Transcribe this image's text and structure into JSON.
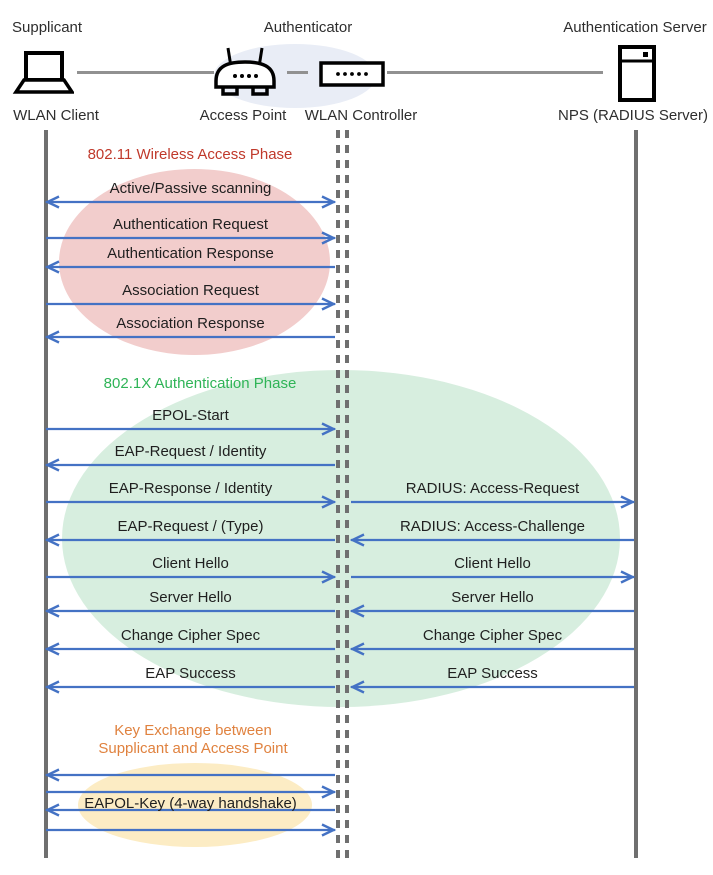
{
  "colors": {
    "arrow": "#4472C4",
    "lifeline": "#6F6F6F",
    "connector": "#919191",
    "hub_fill": "#E9EDF6",
    "phase1_title": "#C0392B",
    "phase1_fill": "#F2CDCC",
    "phase2_title": "#2FB457",
    "phase2_fill": "#D7EEDF",
    "phase3_title": "#E0823F",
    "phase3_fill": "#FCECC4"
  },
  "actors": {
    "supplicant": {
      "role": "Supplicant",
      "device": "WLAN Client",
      "icon": "laptop-icon"
    },
    "authenticator": {
      "role": "Authenticator",
      "devices": [
        {
          "name": "Access Point",
          "icon": "access-point-icon"
        },
        {
          "name": "WLAN Controller",
          "icon": "wlan-controller-icon"
        }
      ]
    },
    "auth_server": {
      "role": "Authentication Server",
      "device": "NPS (RADIUS Server)",
      "icon": "server-icon"
    }
  },
  "phases": [
    {
      "title": "802.11 Wireless Access Phase"
    },
    {
      "title": "802.1X Authentication Phase"
    },
    {
      "title": "Key Exchange between\nSupplicant and Access Point"
    }
  ],
  "messages": [
    {
      "label": "Active/Passive scanning",
      "segment": "left",
      "direction": "both"
    },
    {
      "label": "Authentication Request",
      "segment": "left",
      "direction": "right"
    },
    {
      "label": "Authentication Response",
      "segment": "left",
      "direction": "left"
    },
    {
      "label": "Association Request",
      "segment": "left",
      "direction": "right"
    },
    {
      "label": "Association Response",
      "segment": "left",
      "direction": "left"
    },
    {
      "label": "EPOL-Start",
      "segment": "left",
      "direction": "right"
    },
    {
      "label": "EAP-Request / Identity",
      "segment": "left",
      "direction": "left"
    },
    {
      "label": "EAP-Response / Identity",
      "segment": "left",
      "direction": "right"
    },
    {
      "label": "RADIUS: Access-Request",
      "segment": "right",
      "direction": "right"
    },
    {
      "label": "EAP-Request / (Type)",
      "segment": "left",
      "direction": "left"
    },
    {
      "label": "RADIUS: Access-Challenge",
      "segment": "right",
      "direction": "left"
    },
    {
      "label": "Client Hello",
      "segment": "left",
      "direction": "right"
    },
    {
      "label": "Client Hello",
      "segment": "right",
      "direction": "right"
    },
    {
      "label": "Server Hello",
      "segment": "left",
      "direction": "left"
    },
    {
      "label": "Server Hello",
      "segment": "right",
      "direction": "left"
    },
    {
      "label": "Change Cipher Spec",
      "segment": "left",
      "direction": "left"
    },
    {
      "label": "Change Cipher Spec",
      "segment": "right",
      "direction": "left"
    },
    {
      "label": "EAP Success",
      "segment": "left",
      "direction": "left"
    },
    {
      "label": "EAP Success",
      "segment": "right",
      "direction": "left"
    },
    {
      "label": "",
      "segment": "left",
      "direction": "left"
    },
    {
      "label": "",
      "segment": "left",
      "direction": "right"
    },
    {
      "label": "EAPOL-Key (4-way handshake)",
      "segment": "left",
      "direction": "left"
    },
    {
      "label": "",
      "segment": "left",
      "direction": "right"
    }
  ]
}
